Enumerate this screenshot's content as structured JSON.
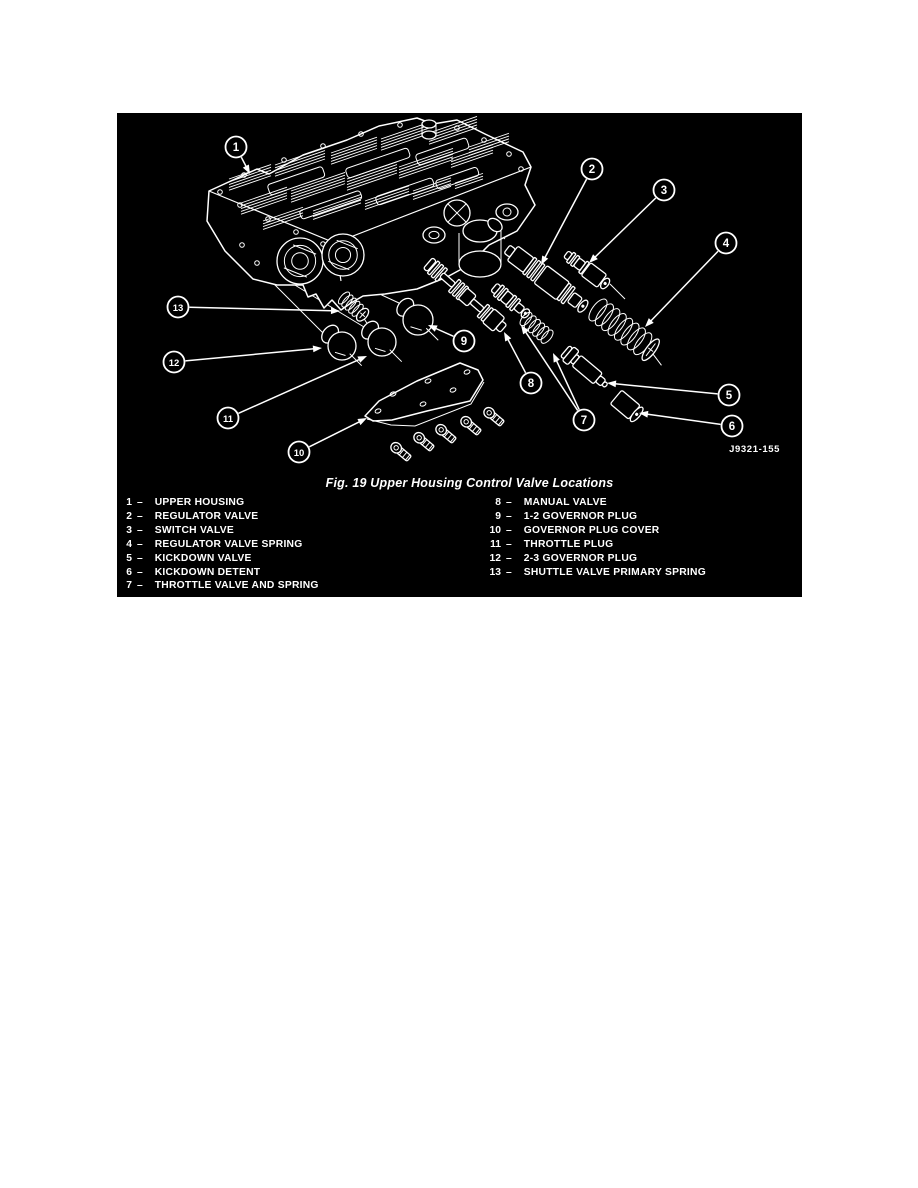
{
  "figure": {
    "caption": "Fig. 19 Upper Housing Control Valve Locations",
    "watermark": "J9321-155"
  },
  "legend": {
    "separator": "–",
    "left": [
      {
        "num": "1",
        "label": "UPPER HOUSING"
      },
      {
        "num": "2",
        "label": "REGULATOR VALVE"
      },
      {
        "num": "3",
        "label": "SWITCH VALVE"
      },
      {
        "num": "4",
        "label": "REGULATOR VALVE SPRING"
      },
      {
        "num": "5",
        "label": "KICKDOWN VALVE"
      },
      {
        "num": "6",
        "label": "KICKDOWN DETENT"
      },
      {
        "num": "7",
        "label": "THROTTLE VALVE AND SPRING"
      }
    ],
    "right": [
      {
        "num": "8",
        "label": "MANUAL VALVE"
      },
      {
        "num": "9",
        "label": "1-2 GOVERNOR PLUG"
      },
      {
        "num": "10",
        "label": "GOVERNOR PLUG COVER"
      },
      {
        "num": "11",
        "label": "THROTTLE PLUG"
      },
      {
        "num": "12",
        "label": "2-3 GOVERNOR PLUG"
      },
      {
        "num": "13",
        "label": "SHUTTLE VALVE PRIMARY SPRING"
      }
    ]
  },
  "diagram": {
    "callout_numbers": [
      "1",
      "2",
      "3",
      "4",
      "5",
      "6",
      "7",
      "8",
      "9",
      "10",
      "11",
      "12",
      "13"
    ]
  }
}
